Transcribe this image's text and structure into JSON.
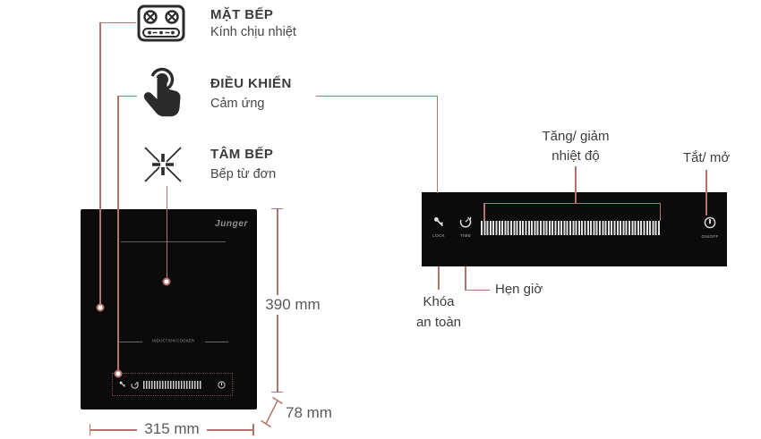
{
  "colors": {
    "annotation": "#b5736d",
    "panel": "#0b0b0b",
    "heading": "#3b3b3b",
    "dimension_text": "#5a5a5a"
  },
  "legend": {
    "items": [
      {
        "icon": "cooktop-surface-icon",
        "title": "MẶT BẾP",
        "subtitle": "Kính chịu nhiệt"
      },
      {
        "icon": "touch-control-icon",
        "title": "ĐIỀU KHIỂN",
        "subtitle": "Cảm ứng"
      },
      {
        "icon": "burner-center-icon",
        "title": "TÂM BẾP",
        "subtitle": "Bếp từ đơn"
      }
    ]
  },
  "cooktop": {
    "brand": "Junger",
    "zone_text": "INDUCTION COOKER"
  },
  "dimensions": {
    "height": "390 mm",
    "width": "315 mm",
    "depth": "78 mm"
  },
  "panel": {
    "lock_label": "LOCK",
    "timer_label": "TIME",
    "power_label": "ON/OFF",
    "callouts": {
      "temperature_line1": "Tăng/ giảm",
      "temperature_line2": "nhiệt độ",
      "power": "Tắt/ mở",
      "lock_line1": "Khóa",
      "lock_line2": "an toàn",
      "timer": "Hẹn giờ"
    }
  }
}
